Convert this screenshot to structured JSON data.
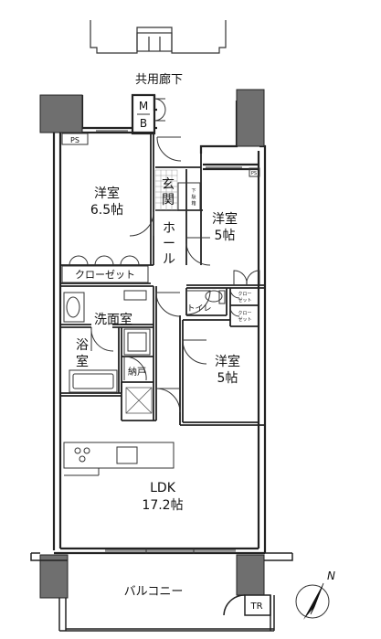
{
  "rooms": {
    "common_corridor": "共用廊下",
    "mb": [
      "M",
      "B"
    ],
    "ps_left": "PS",
    "ps_right": "PS",
    "bedroom1": {
      "name": "洋室",
      "size": "6.5帖"
    },
    "entrance": [
      "玄",
      "関"
    ],
    "shoe_storage": [
      "下",
      "駄",
      "箱"
    ],
    "hall": [
      "ホ",
      "ー",
      "ル"
    ],
    "bedroom2": {
      "name": "洋室",
      "size": "5帖"
    },
    "closet_label": "クローゼット",
    "toilet": "トイレ",
    "washroom": "洗面室",
    "bathroom": [
      "浴",
      "室"
    ],
    "storage": "納戸",
    "closet_small_1": [
      "クロー",
      "ゼット"
    ],
    "closet_small_2": [
      "クロー",
      "ゼット"
    ],
    "bedroom3": {
      "name": "洋室",
      "size": "5帖"
    },
    "ldk": {
      "name": "LDK",
      "size": "17.2帖"
    },
    "balcony": "バルコニー",
    "tr": "TR"
  },
  "compass": {
    "label": "N"
  },
  "colors": {
    "wall": "#222222",
    "column": "#6f6f6f",
    "line": "#333333",
    "background": "#ffffff"
  }
}
